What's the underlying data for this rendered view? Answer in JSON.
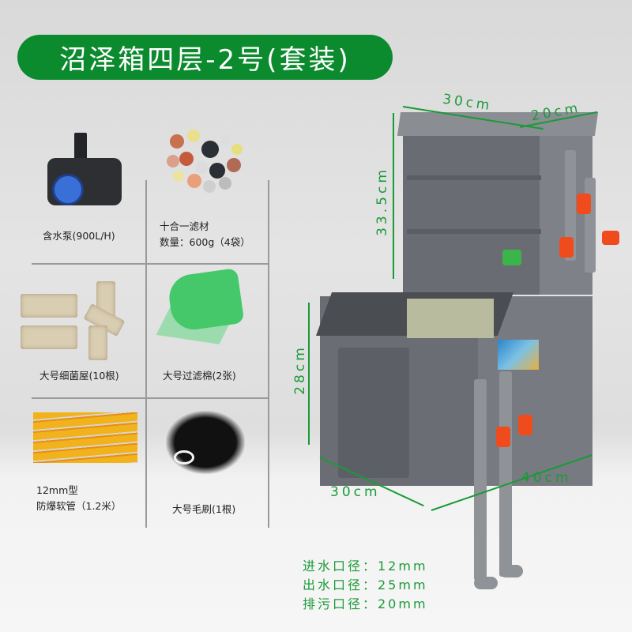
{
  "title": "沼泽箱四层-2号(套装)",
  "accessories": [
    {
      "label": "含水泵(900L/H)",
      "icon": "water-pump"
    },
    {
      "label": "十合一滤材",
      "sub": "数量：600g（4袋）",
      "icon": "filter-media"
    },
    {
      "label": "大号细菌屋(10根)",
      "icon": "bio-bricks"
    },
    {
      "label": "大号过滤棉(2张)",
      "icon": "filter-foam-roll"
    },
    {
      "label": "12mm型",
      "sub": "防爆软管（1.2米）",
      "icon": "hose"
    },
    {
      "label": "大号毛刷(1根)",
      "icon": "brush"
    }
  ],
  "dimensions": {
    "top_width": "30cm",
    "top_depth": "20cm",
    "top_height": "33.5cm",
    "bottom_height": "28cm",
    "bottom_depth": "30cm",
    "bottom_width": "40cm"
  },
  "specs": [
    "进水口径：12mm",
    "出水口径：25mm",
    "排污口径：20mm"
  ],
  "colors": {
    "brand_green": "#0b8a2e",
    "dimension_green": "#1a9a37",
    "valve_orange": "#f04b1d",
    "crate_gray": "#6c7076"
  }
}
